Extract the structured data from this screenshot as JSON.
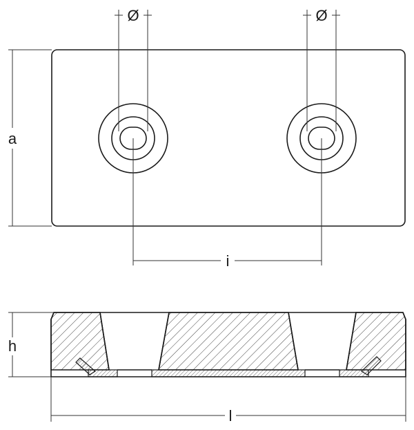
{
  "labels": {
    "hole_diameter_left": "Ø",
    "hole_diameter_right": "Ø",
    "height_a": "a",
    "hole_spacing_i": "i",
    "thickness_h": "h",
    "length_l": "l"
  },
  "colors": {
    "line": "#1a1a1a",
    "hatch": "#444444",
    "background": "#ffffff"
  }
}
